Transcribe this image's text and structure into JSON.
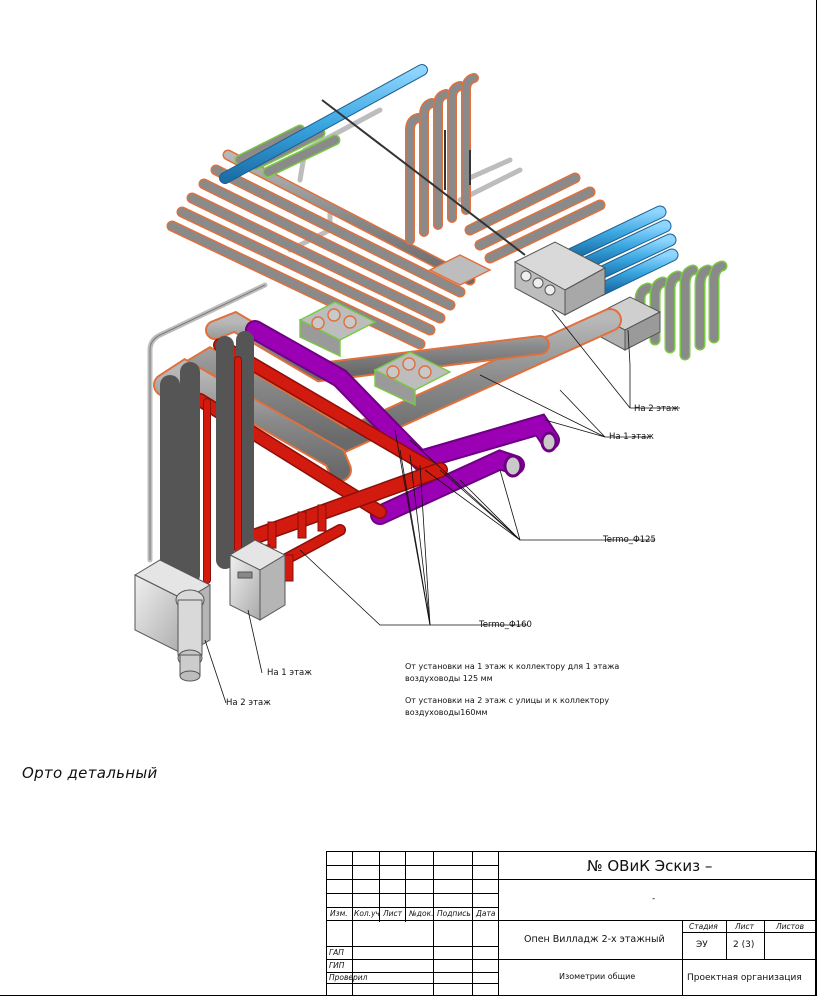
{
  "view_title": "Орто детальный",
  "labels": {
    "na2_top": "На 2 этаж",
    "na1_top": "На 1 этаж",
    "termo125": "Termo_Φ125",
    "termo160": "Termo_Φ160",
    "na1_bottom": "На 1 этаж",
    "na2_bottom": "На 2 этаж"
  },
  "notes": {
    "line1": "От установки на 1 этаж к коллектору для 1 этажа",
    "line2": "воздуховоды 125 мм",
    "line3": "От установки на 2 этаж с улицы и к коллектору",
    "line4": "воздуховоды160мм"
  },
  "title_block": {
    "headers": [
      "Изм.",
      "Кол.уч",
      "Лист",
      "№док.",
      "Подпись",
      "Дата"
    ],
    "roles": [
      "ГАП",
      "ГИП",
      "Проверил"
    ],
    "doc_code": "№ ОВиК Эскиз –",
    "subtitle": "-",
    "project": "Опен Вилладж 2-х этажный",
    "sheet_name": "Изометрии общие",
    "organization": "Проектная организация",
    "stage_label": "Стадия",
    "sheet_label": "Лист",
    "sheets_label": "Листов",
    "stage_value": "ЭУ",
    "sheet_value": "2 (3)",
    "sheets_value": ""
  },
  "colors": {
    "duct_gray": "#8f8f8f",
    "duct_gray_dark": "#6d6d6d",
    "outline_orange": "#e0703c",
    "outline_green": "#7ac943",
    "pipe_blue": "#3aa6e0",
    "duct_purple": "#9b00b5",
    "duct_red": "#d21a0f",
    "unit_light": "#dcdcdc"
  }
}
